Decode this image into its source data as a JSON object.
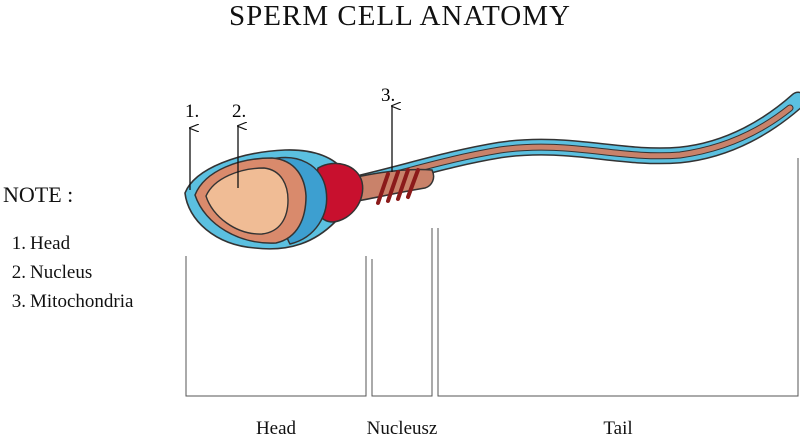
{
  "title": "SPERM CELL ANATOMY",
  "note": {
    "heading": "NOTE :",
    "items": [
      {
        "number": "1.",
        "label": "Head"
      },
      {
        "number": "2.",
        "label": "Nucleus"
      },
      {
        "number": "3.",
        "label": "Mitochondria"
      }
    ]
  },
  "callouts": [
    "1.",
    "2.",
    "3."
  ],
  "sections": [
    "Head",
    "Nucleusz",
    "Tail"
  ],
  "colors": {
    "membrane": "#5bc0e0",
    "outline": "#333333",
    "head_shell": "#d98a6c",
    "nucleus": "#f0bc95",
    "acrosome_blue": "#3d9fd0",
    "neck_red": "#c8102e",
    "mitochondria_bands": "#8b1a1a",
    "tail_core": "#c9826a"
  }
}
